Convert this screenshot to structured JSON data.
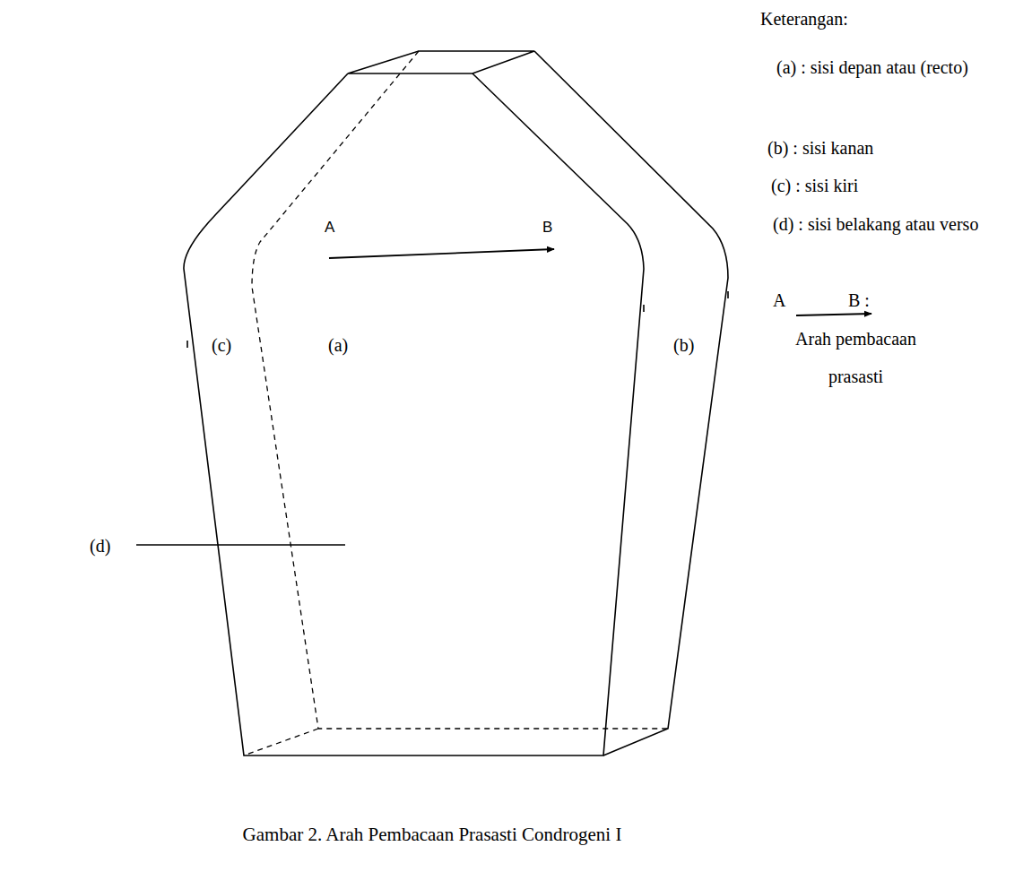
{
  "diagram": {
    "caption": "Gambar 2. Arah Pembacaan Prasasti Condrogeni I",
    "labels": [
      "A",
      "B",
      "(c)",
      "(a)",
      "(b)",
      "(d)",
      "Keterangan:",
      "(a) : sisi depan atau (recto)",
      "(b) : sisi kanan",
      "(c) : sisi kiri",
      "(d) : sisi belakang atau verso",
      "A",
      "B :",
      "Arah pembacaan prasasti"
    ]
  }
}
